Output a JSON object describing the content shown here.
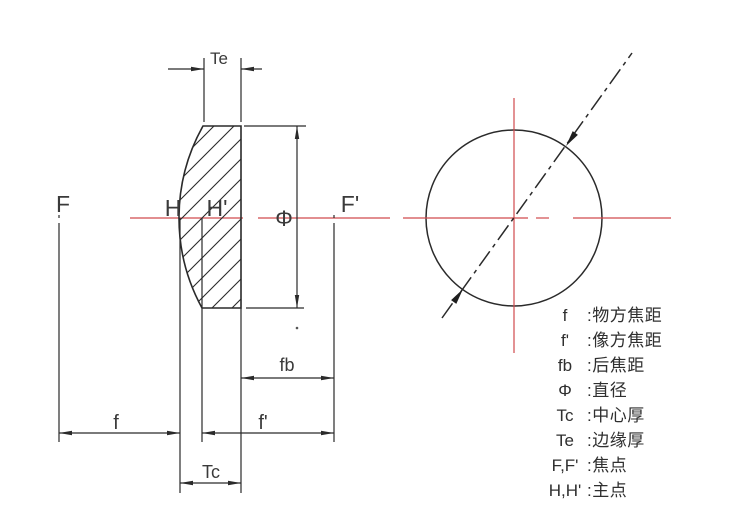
{
  "colors": {
    "drawing_line": "#2a2a2a",
    "centerline_red": "#d04a4e",
    "label_text": "#3a3a3a"
  },
  "side_view": {
    "focal_left_label": "F",
    "focal_right_label": "F'",
    "principal_left_label": "H",
    "principal_right_label": "H'",
    "edge_thickness_label": "Te",
    "diameter_label": "Φ",
    "back_focal_label": "fb",
    "object_focal_label": "f",
    "image_focal_label": "f'",
    "center_thickness_label": "Tc"
  },
  "legend": {
    "rows": [
      {
        "symbol": "f",
        "desc": ":物方焦距"
      },
      {
        "symbol": "f'",
        "desc": ":像方焦距"
      },
      {
        "symbol": "fb",
        "desc": ":后焦距"
      },
      {
        "symbol": "Φ",
        "desc": ":直径"
      },
      {
        "symbol": "Tc",
        "desc": ":中心厚"
      },
      {
        "symbol": "Te",
        "desc": ":边缘厚"
      },
      {
        "symbol": "F,F'",
        "desc": ":焦点"
      },
      {
        "symbol": "H,H'",
        "desc": ":主点"
      }
    ]
  }
}
